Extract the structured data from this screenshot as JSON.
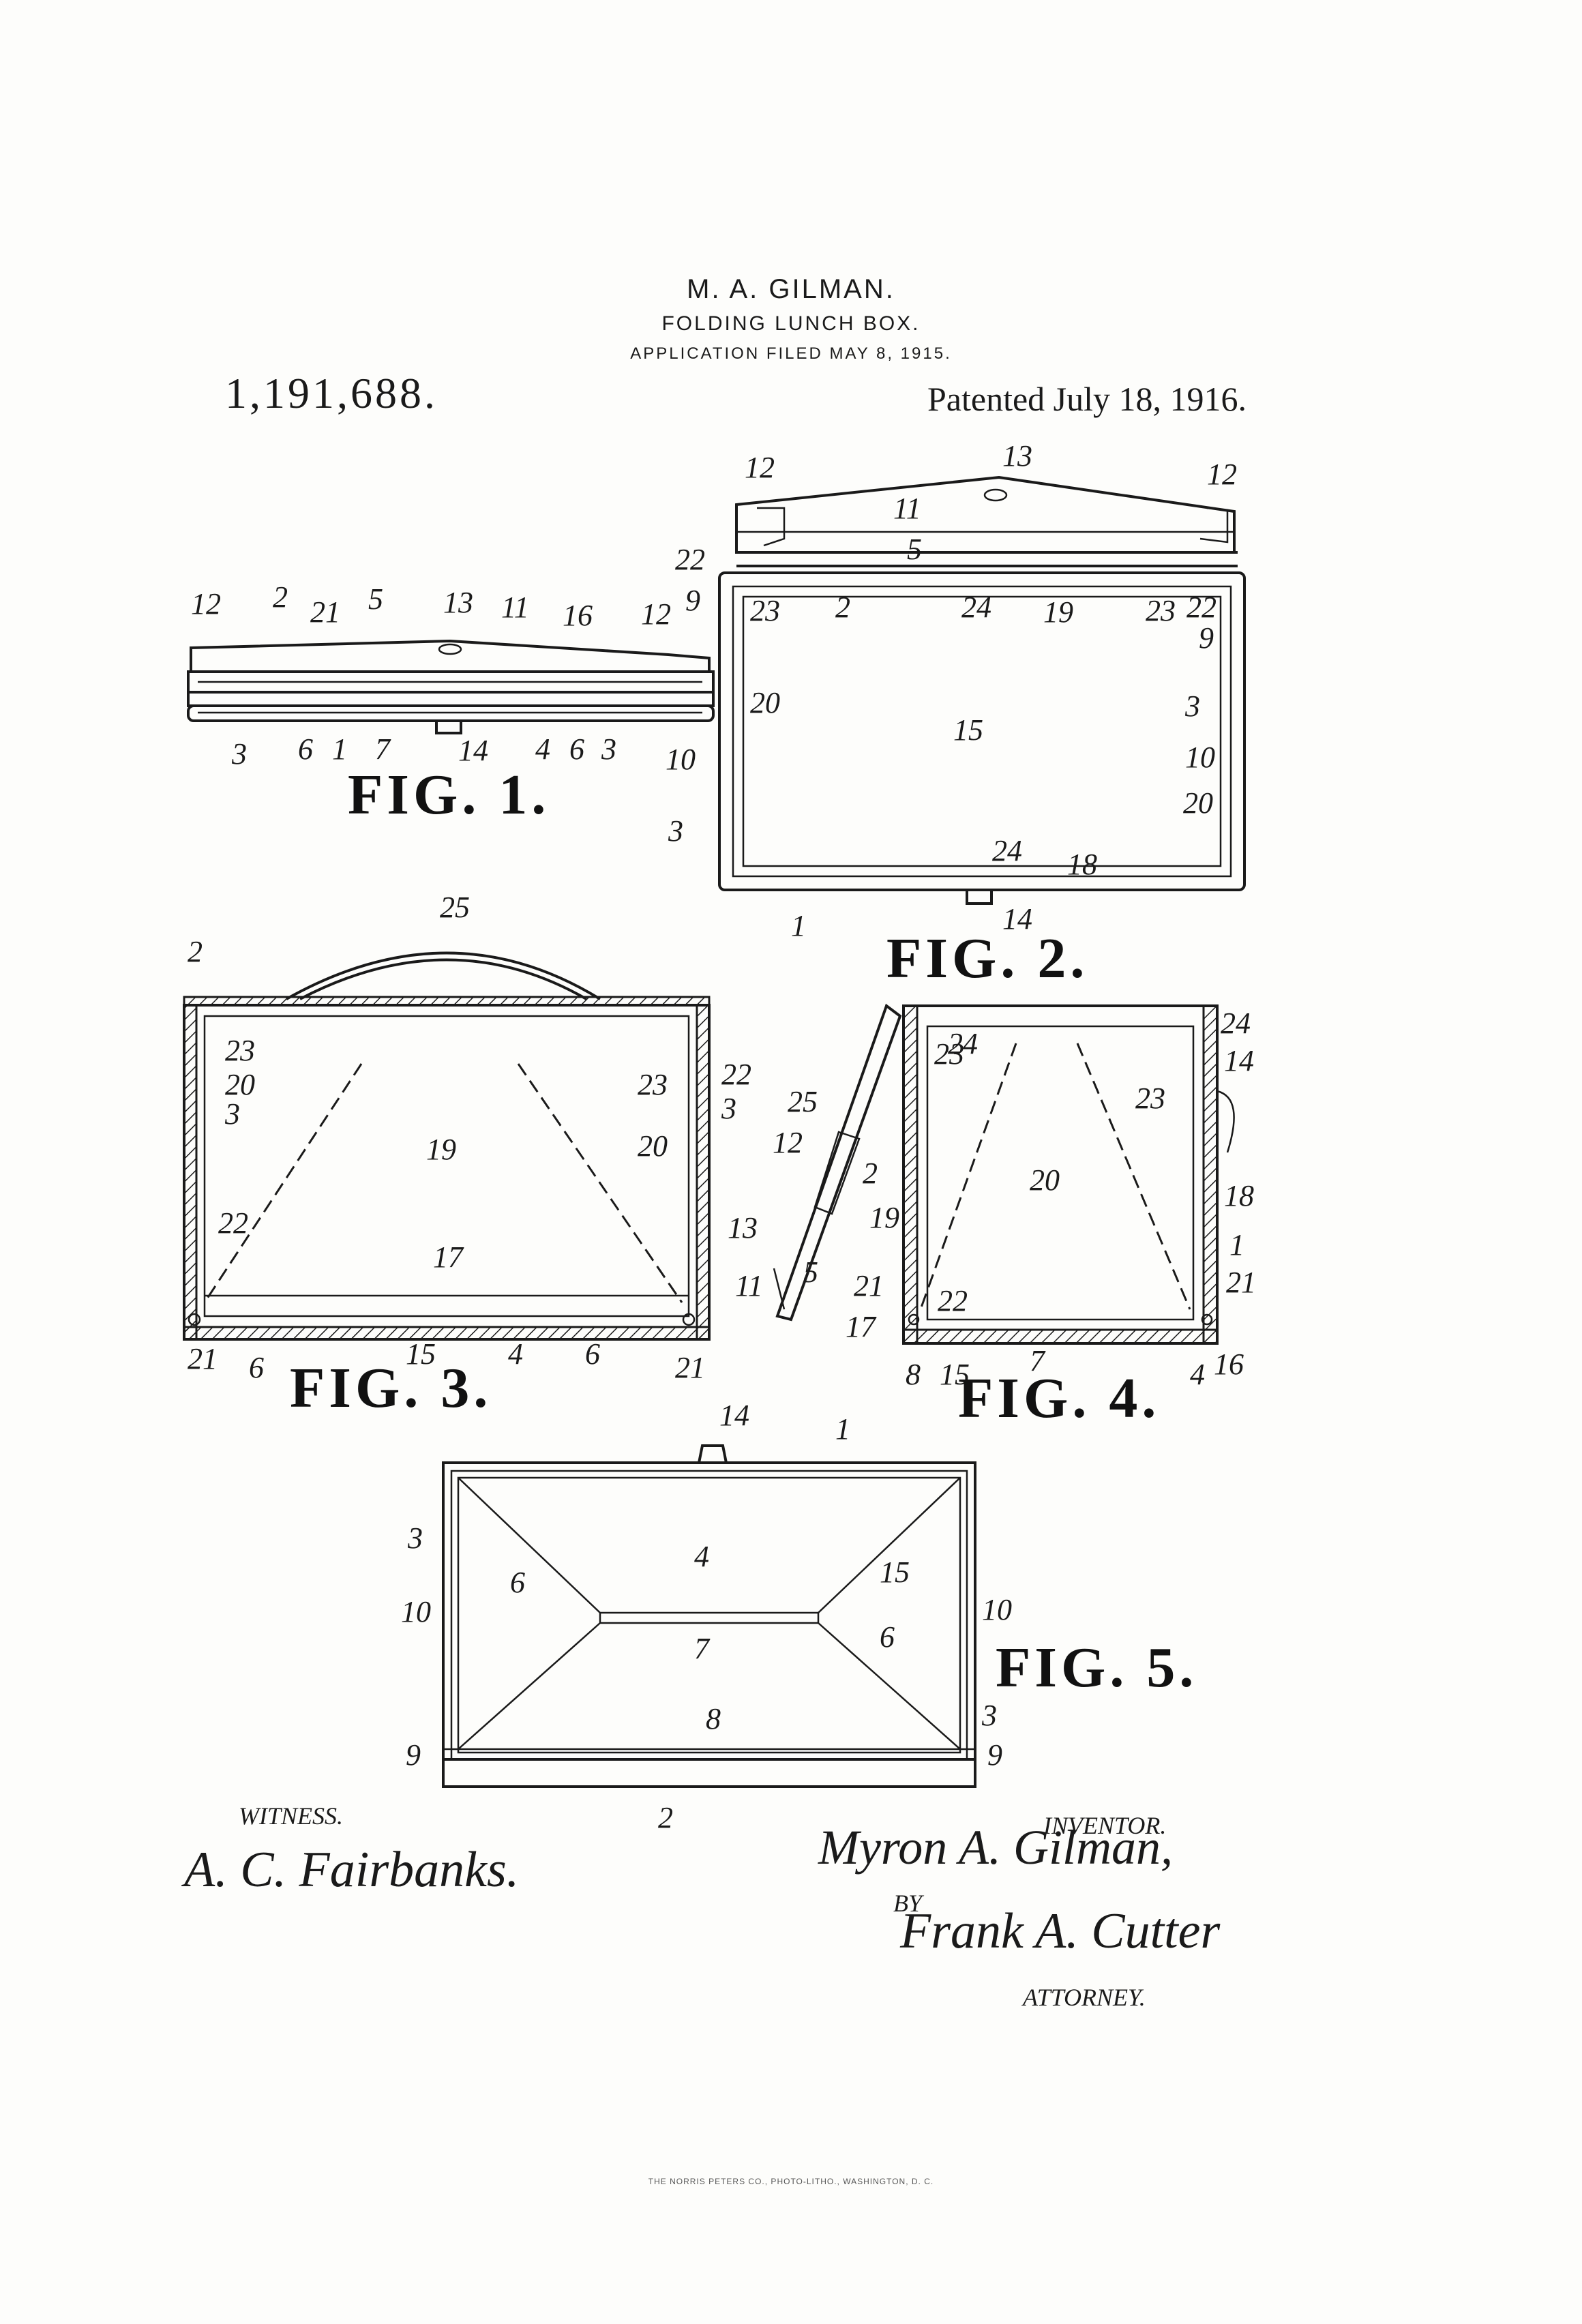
{
  "header": {
    "inventor_name": "M. A. GILMAN.",
    "title": "FOLDING LUNCH BOX.",
    "application_filed": "APPLICATION FILED MAY 8, 1915.",
    "patent_number": "1,191,688.",
    "patented_date": "Patented July 18, 1916."
  },
  "figures": {
    "fig1": {
      "caption": "FIG. 1.",
      "labels": [
        "12",
        "2",
        "21",
        "5",
        "13",
        "11",
        "16",
        "12",
        "3",
        "6",
        "1",
        "7",
        "14",
        "4",
        "6",
        "3"
      ]
    },
    "fig2": {
      "caption": "FIG. 2.",
      "labels": [
        "12",
        "13",
        "12",
        "11",
        "5",
        "22",
        "9",
        "23",
        "2",
        "24",
        "19",
        "23",
        "22",
        "9",
        "20",
        "3",
        "15",
        "10",
        "10",
        "20",
        "3",
        "24",
        "18",
        "14",
        "1"
      ]
    },
    "fig3": {
      "caption": "FIG. 3.",
      "labels": [
        "25",
        "2",
        "23",
        "20",
        "3",
        "23",
        "22",
        "3",
        "19",
        "20",
        "22",
        "17",
        "21",
        "6",
        "15",
        "4",
        "6",
        "21"
      ]
    },
    "fig4": {
      "caption": "FIG. 4.",
      "labels": [
        "24",
        "23",
        "24",
        "14",
        "25",
        "23",
        "12",
        "2",
        "20",
        "19",
        "18",
        "13",
        "1",
        "11",
        "5",
        "21",
        "22",
        "21",
        "17",
        "8",
        "15",
        "7",
        "4",
        "16"
      ]
    },
    "fig5": {
      "caption": "FIG. 5.",
      "labels": [
        "14",
        "1",
        "3",
        "4",
        "6",
        "15",
        "10",
        "10",
        "7",
        "6",
        "8",
        "3",
        "9",
        "9",
        "2"
      ]
    }
  },
  "signatures": {
    "witness_label": "WITNESS.",
    "witness_signature": "A. C. Fairbanks.",
    "inventor_label": "INVENTOR.",
    "inventor_signature": "Myron A. Gilman,",
    "by_label": "BY",
    "attorney_signature": "Frank A. Cutter",
    "attorney_label": "ATTORNEY."
  },
  "footer": "THE NORRIS PETERS CO., PHOTO-LITHO., WASHINGTON, D. C."
}
